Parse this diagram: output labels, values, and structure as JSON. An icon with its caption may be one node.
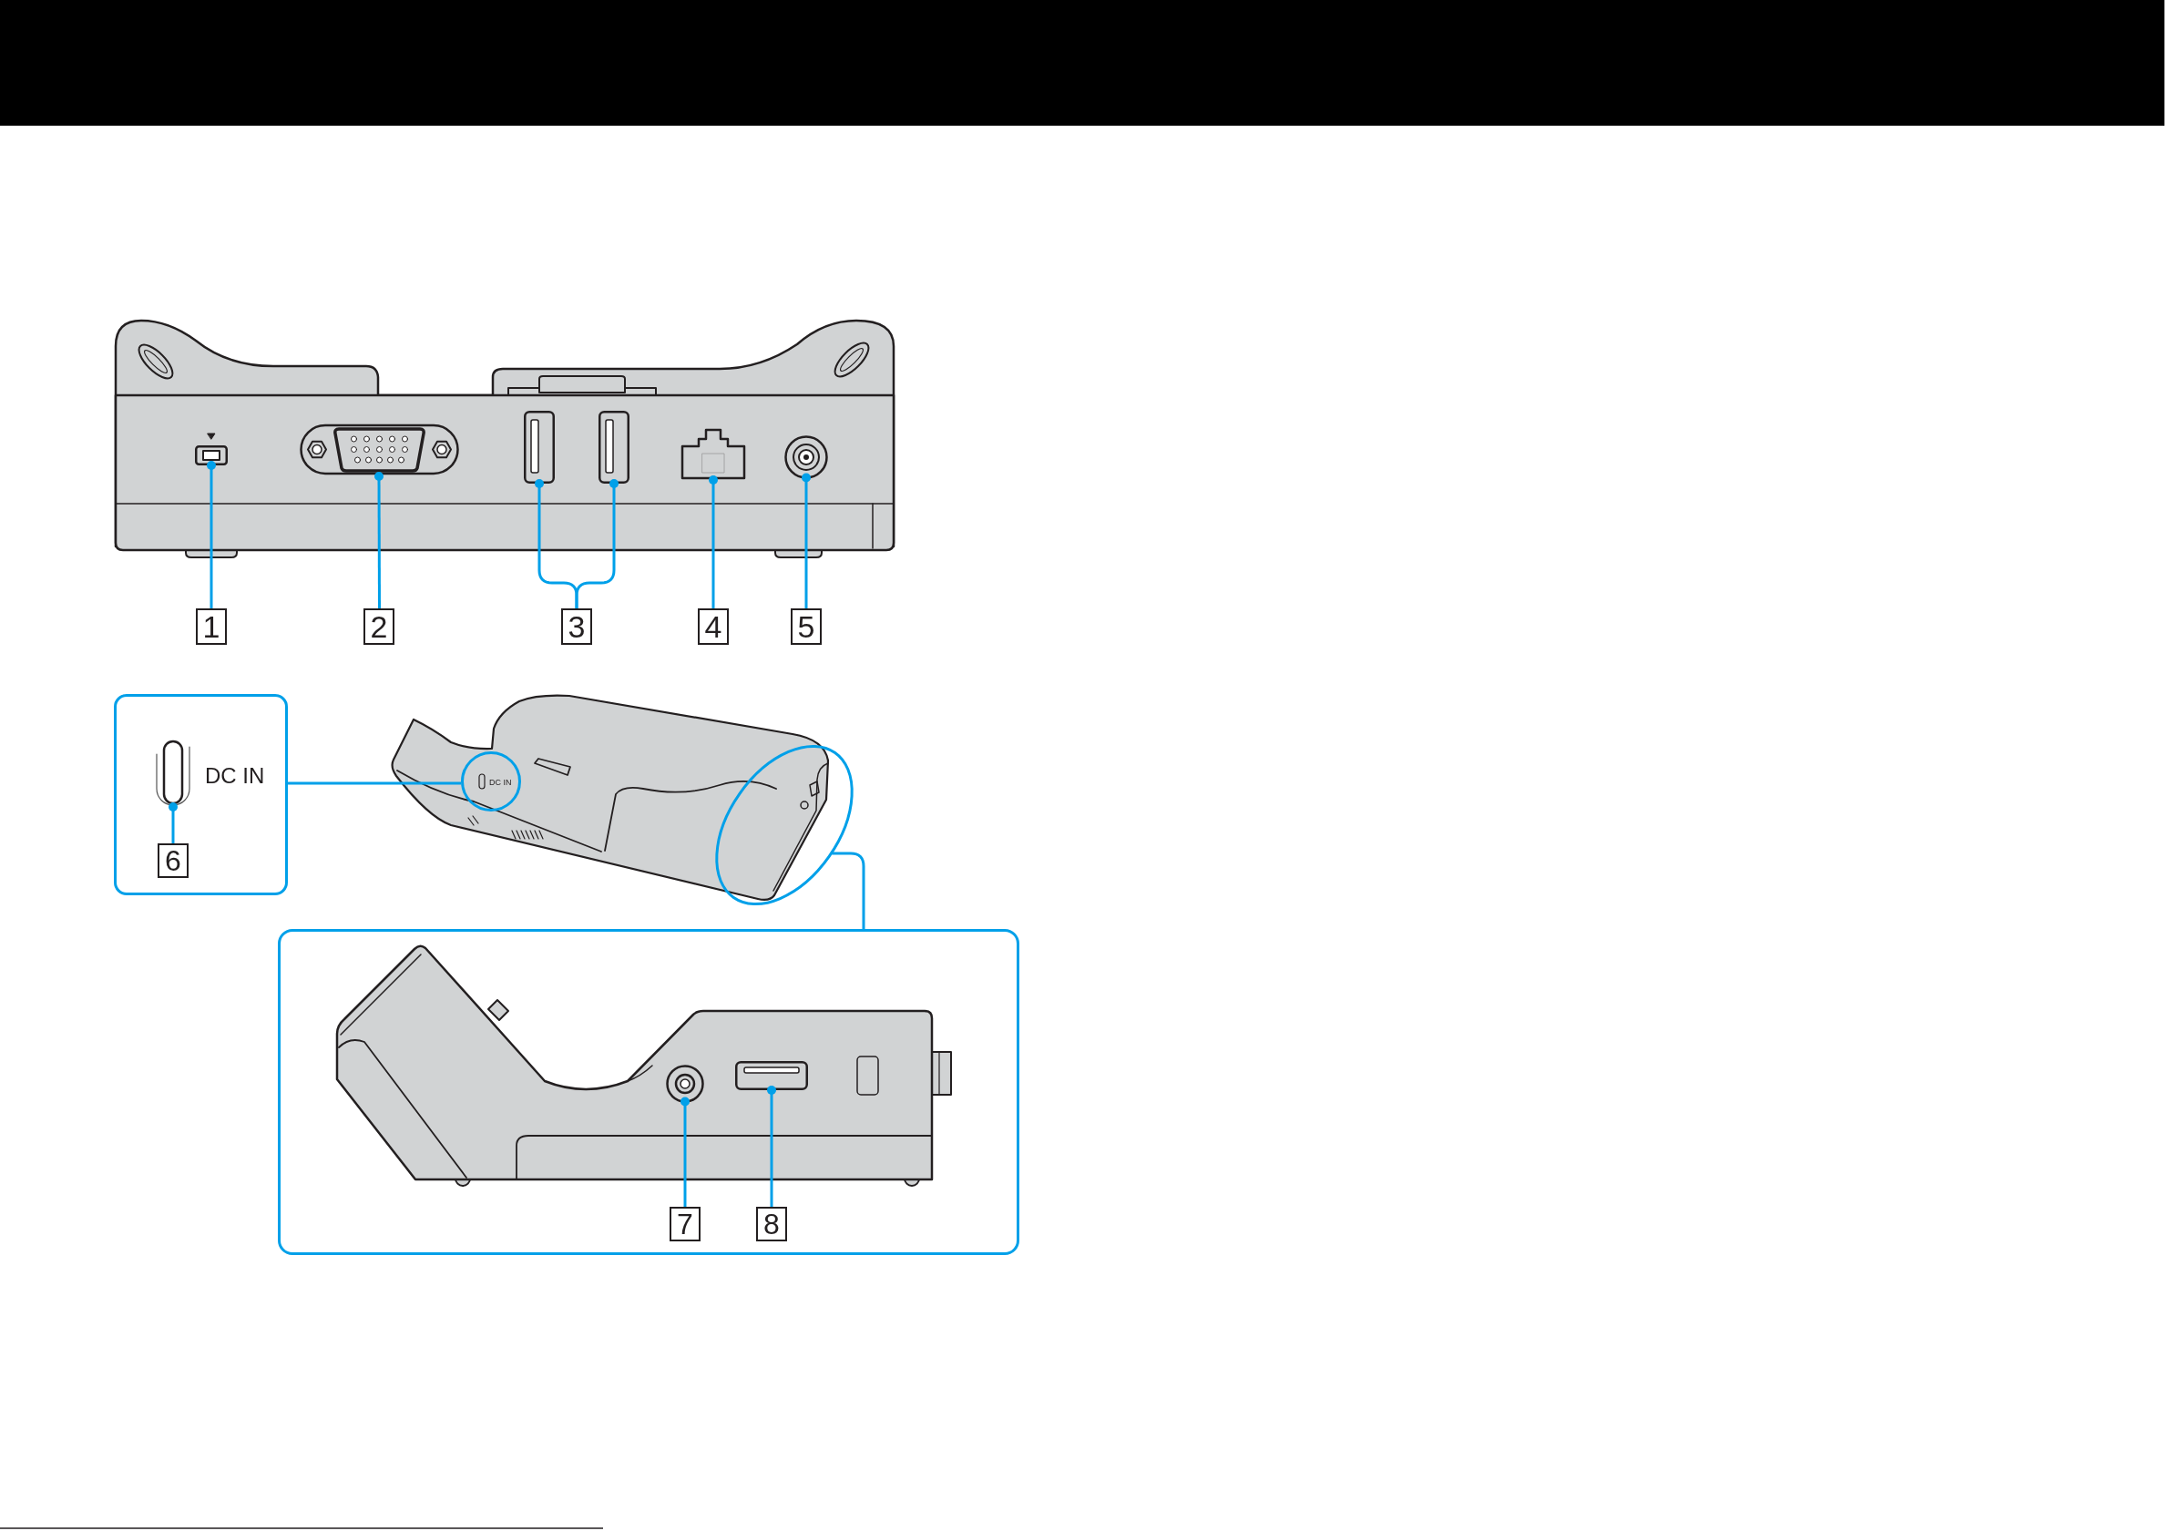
{
  "diagram": {
    "nodes": [
      {
        "text": [],
        "shape": "box"
      },
      {
        "text": [],
        "shape": "picture"
      },
      {
        "text": [],
        "shape": "box"
      },
      {
        "text": [],
        "shape": "box"
      },
      {
        "text": [],
        "shape": "box"
      },
      {
        "text": [],
        "shape": "circle"
      },
      {
        "text": [
          "1"
        ]
      },
      {
        "text": [
          "2"
        ]
      },
      {
        "text": [
          "3"
        ]
      },
      {
        "text": [
          "4"
        ]
      },
      {
        "text": [
          "5"
        ]
      },
      {
        "text": [
          "DC IN"
        ]
      },
      {
        "text": [],
        "shape": "box",
        "in": 11
      },
      {
        "text": [
          "6"
        ],
        "in": 11
      },
      {
        "text": [
          "DC IN"
        ]
      },
      {
        "text": [],
        "shape": "ellipse"
      },
      {
        "text": [],
        "shape": "box"
      },
      {
        "text": [],
        "shape": "circle",
        "in": 16
      },
      {
        "text": [],
        "shape": "box",
        "in": 16
      },
      {
        "text": [
          "7"
        ],
        "in": 16
      },
      {
        "text": [
          "8"
        ],
        "in": 16
      }
    ],
    "edges": [
      {
        "from": 6,
        "to": 0,
        "arrow": "other"
      },
      {
        "from": 7,
        "to": 1,
        "arrow": "other"
      },
      {
        "from": 8,
        "to": 2,
        "arrow": "other"
      },
      {
        "from": 8,
        "to": 3,
        "arrow": "other"
      },
      {
        "from": 9,
        "to": 4,
        "arrow": "other"
      },
      {
        "from": 10,
        "to": 5,
        "arrow": "other"
      },
      {
        "from": 13,
        "to": 12,
        "arrow": "other"
      },
      {
        "from": 11,
        "to": 14,
        "arrow": "none"
      },
      {
        "from": 15,
        "to": 16,
        "arrow": "none"
      },
      {
        "from": 19,
        "to": 17,
        "arrow": "other"
      },
      {
        "from": 20,
        "to": 18,
        "arrow": "other"
      }
    ]
  }
}
